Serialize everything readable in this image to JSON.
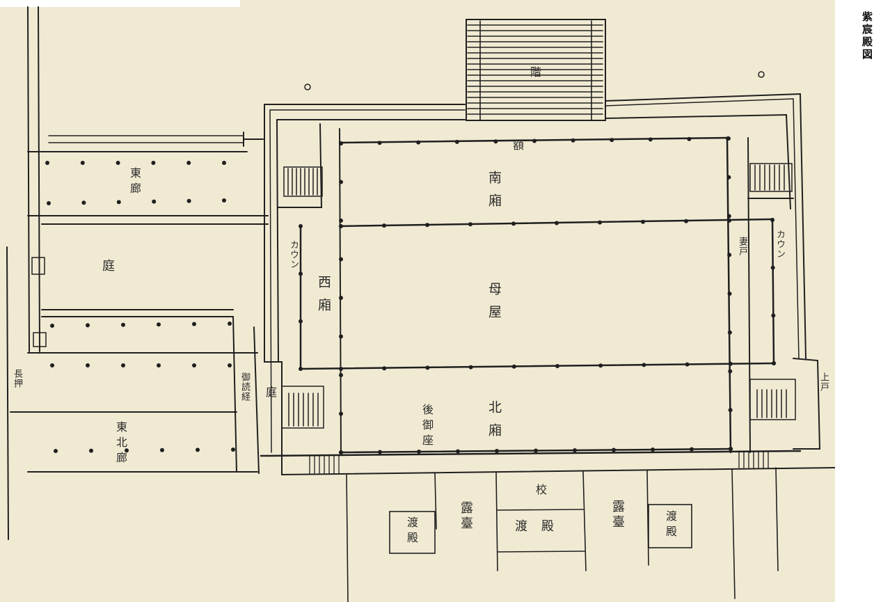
{
  "document": {
    "title": "紫宸殿図"
  },
  "labels": {
    "hisashi_south": "南廂",
    "hisashi_north": "北廂",
    "hisashi_west": "西廂",
    "moya": "母屋",
    "gosaku": "後御座",
    "kinmon": "額",
    "stair_north": "階",
    "kaunshi": "カウン",
    "ro_dai_1": "露臺",
    "ro_dai_2": "露臺",
    "watadono_center": "渡殿",
    "watadono_left": "渡殿",
    "watadono_right": "渡殿",
    "kou": "校",
    "niwa": "庭",
    "higashi_ro": "東廊",
    "kita_ro_east": "東北廊",
    "tsuma": "妻戸",
    "left_notes": "御読経",
    "misc_1": "長押",
    "misc_2": "上戸"
  },
  "colors": {
    "paper": "#f1ead3",
    "ink": "#1f1f1f"
  }
}
